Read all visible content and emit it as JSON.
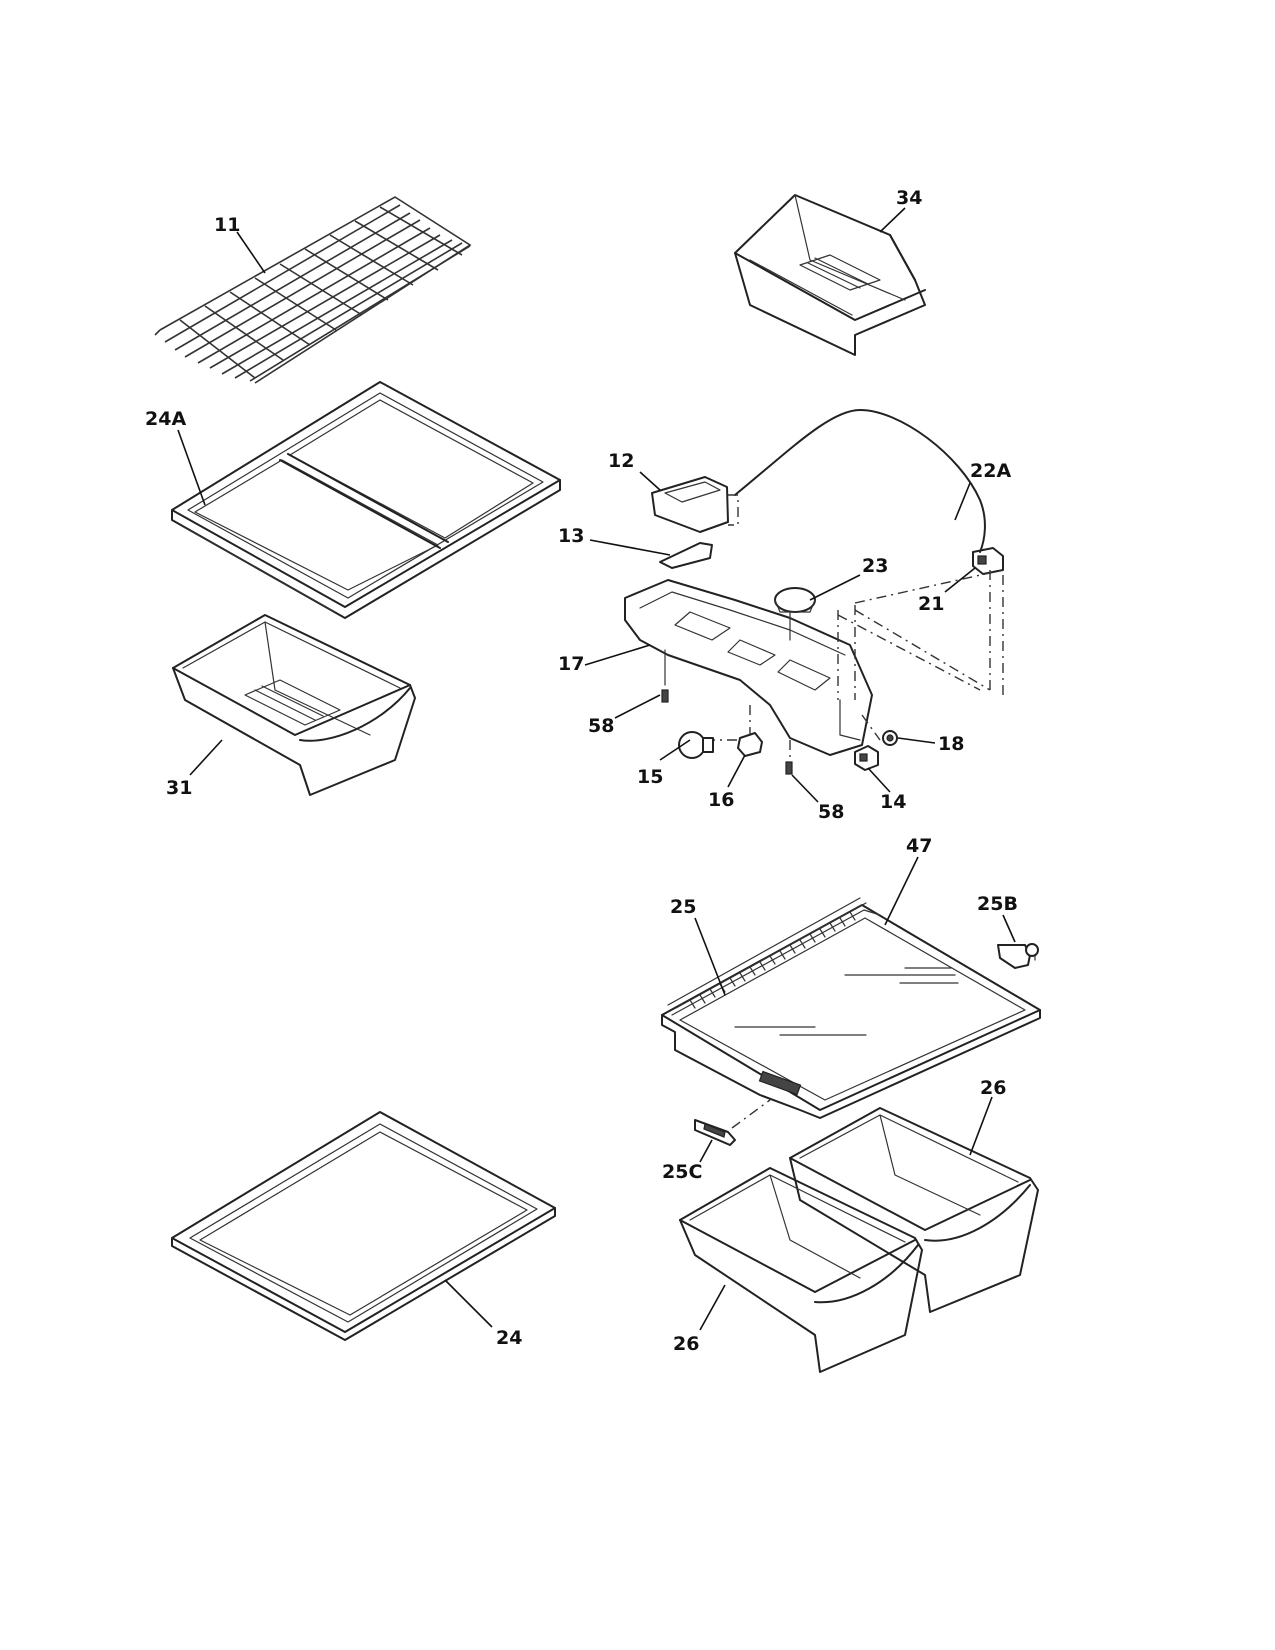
{
  "callouts": {
    "c11": "11",
    "c34": "34",
    "c24a": "24A",
    "c12": "12",
    "c22a": "22A",
    "c13": "13",
    "c23": "23",
    "c21": "21",
    "c17": "17",
    "c58a": "58",
    "c18": "18",
    "c15": "15",
    "c16": "16",
    "c14": "14",
    "c58b": "58",
    "c31": "31",
    "c47": "47",
    "c25": "25",
    "c25b": "25B",
    "c26a": "26",
    "c25c": "25C",
    "c24": "24",
    "c26b": "26"
  }
}
